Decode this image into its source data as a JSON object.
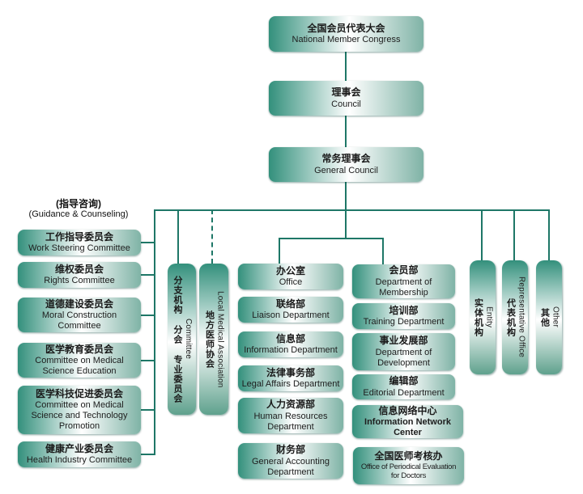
{
  "chart_data": {
    "type": "table",
    "title": "",
    "note": "Organizational chart of a national medical association (bilingual zh/en)"
  },
  "colors": {
    "connector_line": "#1e7767",
    "box_gradient_dark": "#33907c",
    "box_gradient_mid": "#ffffff",
    "box_gradient_light": "#7fb3a6"
  },
  "hierarchy": {
    "congress": {
      "zh": "全国会员代表大会",
      "en": "National Member Congress"
    },
    "council": {
      "zh": "理事会",
      "en": "Council"
    },
    "general_council": {
      "zh": "常务理事会",
      "en": "General Council"
    }
  },
  "guidance_label": {
    "zh": "(指导咨询)",
    "en": "(Guidance & Counseling)"
  },
  "left_committees": [
    {
      "zh": "工作指导委员会",
      "en": "Work Steering Committee"
    },
    {
      "zh": "维权委员会",
      "en": "Rights Committee"
    },
    {
      "zh": "道德建设委员会",
      "en": "Moral Construction Committee"
    },
    {
      "zh": "医学教育委员会",
      "en": "Committee on Medical Science Education"
    },
    {
      "zh": "医学科技促进委员会",
      "en": "Committee on Medical Science and Technology Promotion"
    },
    {
      "zh": "健康产业委员会",
      "en": "Health Industry Committee"
    }
  ],
  "branch_boxes": [
    {
      "zh": "分支机构 分会 专业委员会",
      "en": "Committee",
      "connector": "solid"
    },
    {
      "zh": "地方医师协会",
      "en": "Local Medical Association",
      "connector": "dashed"
    }
  ],
  "departments_left": [
    {
      "zh": "办公室",
      "en": "Office"
    },
    {
      "zh": "联络部",
      "en": "Liaison Department"
    },
    {
      "zh": "信息部",
      "en": "Information Department"
    },
    {
      "zh": "法律事务部",
      "en": "Legal Affairs Department"
    },
    {
      "zh": "人力资源部",
      "en": "Human Resources Department"
    },
    {
      "zh": "财务部",
      "en": "General Accounting Department"
    }
  ],
  "departments_right": [
    {
      "zh": "会员部",
      "en": "Department of Membership"
    },
    {
      "zh": "培训部",
      "en": "Training Department"
    },
    {
      "zh": "事业发展部",
      "en": "Department of Development"
    },
    {
      "zh": "编辑部",
      "en": "Editorial Department"
    },
    {
      "zh": "信息网络中心",
      "en": "Information Network Center"
    },
    {
      "zh": "全国医师考核办",
      "en": "Office of Periodical Evaluation for Doctors"
    }
  ],
  "right_boxes": [
    {
      "zh": "实体机构",
      "en": "Entity"
    },
    {
      "zh": "代表机构",
      "en": "Representative Office"
    },
    {
      "zh": "其他",
      "en": "Other"
    }
  ]
}
